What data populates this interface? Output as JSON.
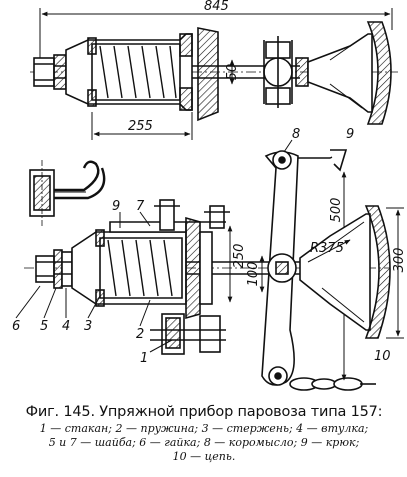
{
  "figure": {
    "dimensions": {
      "total_length": "845",
      "shank_diameter": "50",
      "sleeve_length": "255",
      "lever_height": "250",
      "bore": "100",
      "radius": "R375",
      "beam_spacing": "500",
      "buffer_height": "300"
    },
    "callouts": [
      "1",
      "2",
      "3",
      "4",
      "5",
      "6",
      "7",
      "8",
      "9",
      "9",
      "10"
    ],
    "caption": {
      "title": "Фиг. 145. Упряжной прибор паровоза типа 157:",
      "legend_lines": [
        "1 — стакан;  2 — пружина;  3 — стержень;  4 — втулка;",
        "5 и 7 — шайба;  6 — гайка;  8 — коромысло;  9 — крюк;",
        "10 — цепь."
      ]
    }
  }
}
